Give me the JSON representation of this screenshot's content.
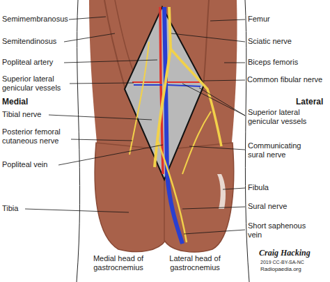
{
  "diagram": {
    "labels": [
      "Semimembranosus",
      "Semitendinosus",
      "Popliteal artery",
      "Superior lateral genicular vessels",
      "Medial",
      "Tibial nerve",
      "Posterior femoral cutaneous nerve",
      "Popliteal vein",
      "Tibia",
      "Medial head of gastrocnemius",
      "Femur",
      "Sciatic nerve",
      "Biceps femoris",
      "Common fibular nerve",
      "Lateral",
      "Superior lateral genicular vessels",
      "Communicating sural nerve",
      "Fibula",
      "Sural nerve",
      "Short saphenous vein",
      "Lateral head of gastrocnemius",
      "Craig Hacking",
      "2019 CC-BY-SA-NC",
      "Radiopaedia.org"
    ]
  }
}
